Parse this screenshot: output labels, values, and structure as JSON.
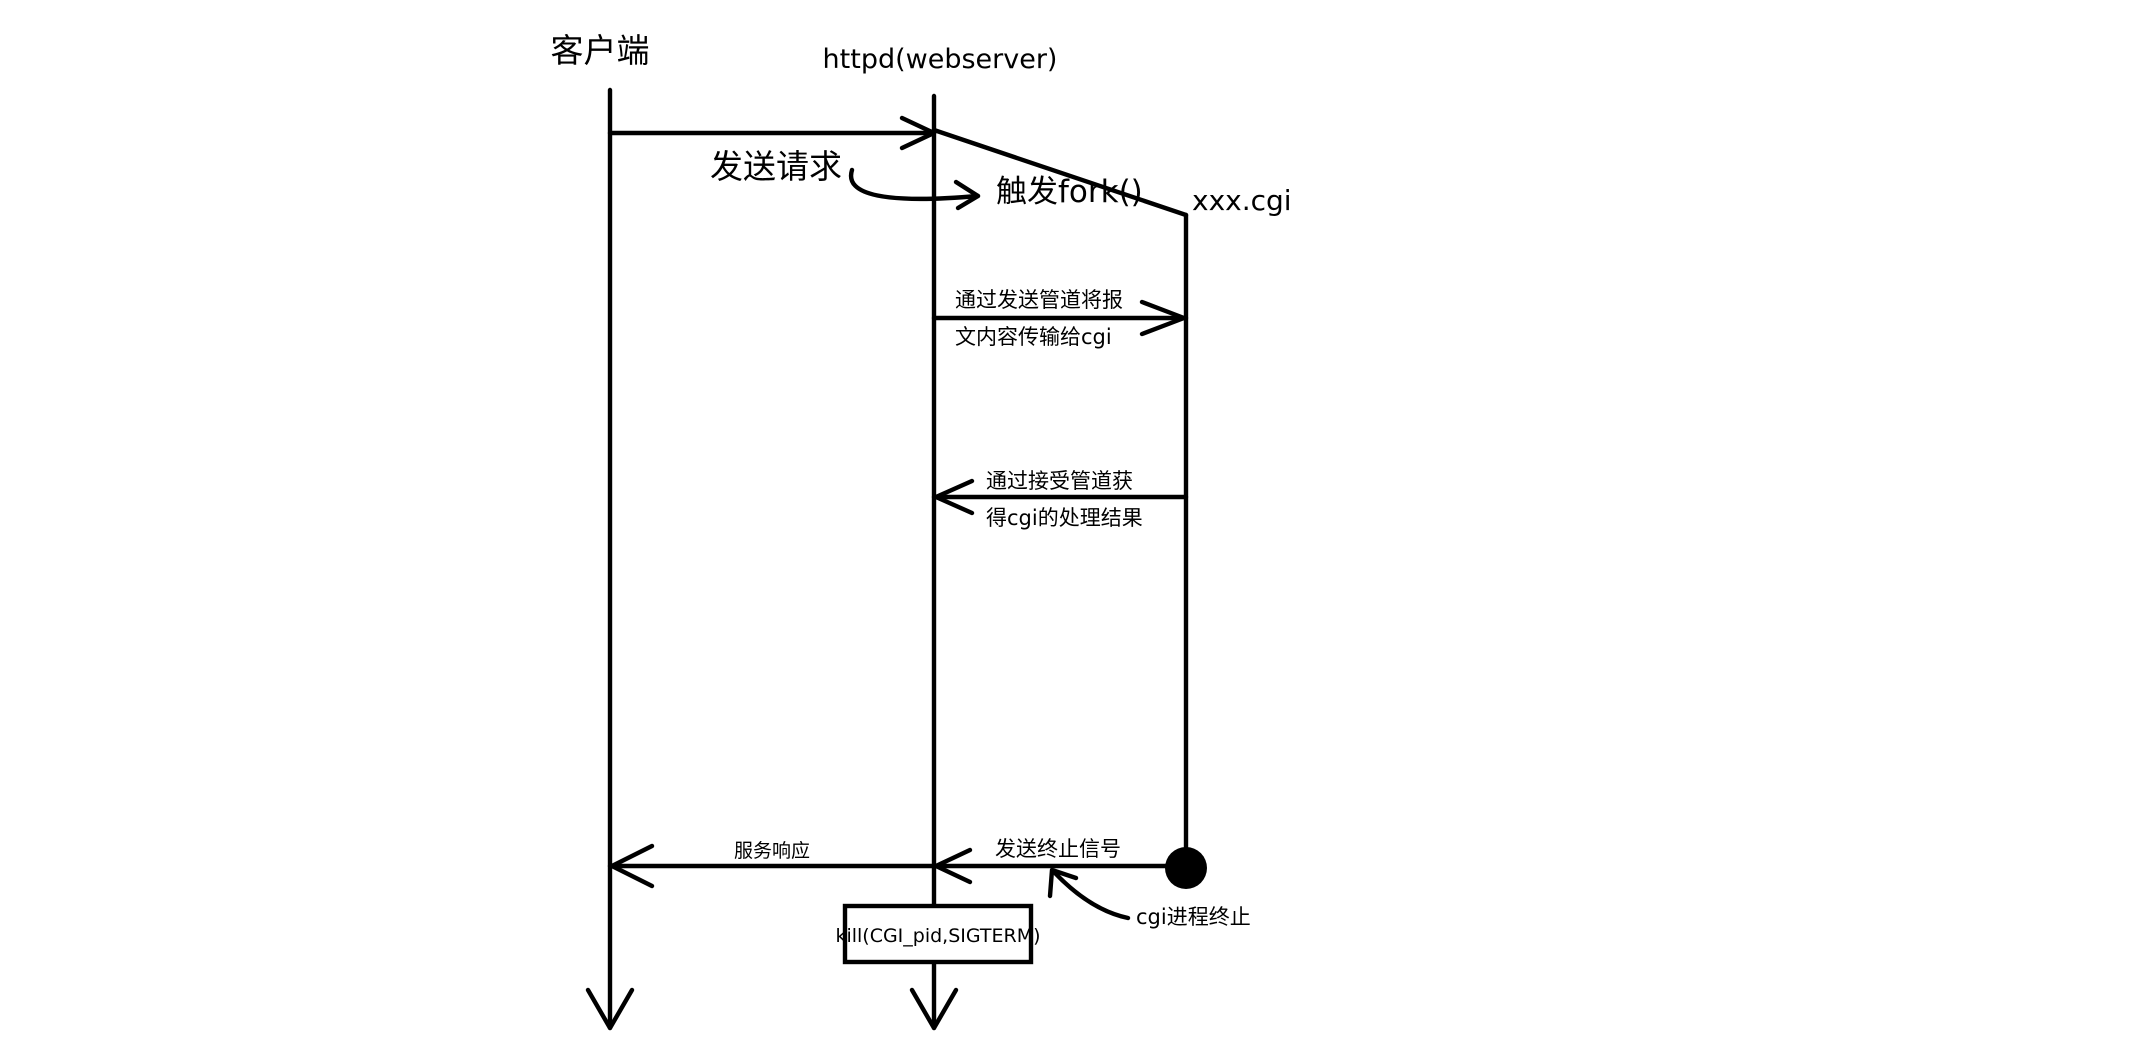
{
  "lifelines": {
    "client": "客户端",
    "server": "httpd(webserver)",
    "cgi": "xxx.cgi"
  },
  "messages": {
    "send_request": "发送请求",
    "trigger_fork": "触发fork()",
    "pipe_send_line1": "通过发送管道将报",
    "pipe_send_line2": "文内容传输给cgi",
    "pipe_recv_line1": "通过接受管道获",
    "pipe_recv_line2": "得cgi的处理结果",
    "terminate_signal": "发送终止信号",
    "service_response": "服务响应",
    "cgi_terminated": "cgi进程终止"
  },
  "kill_box": {
    "label": "kill(CGI_pid,SIGTERM)"
  }
}
